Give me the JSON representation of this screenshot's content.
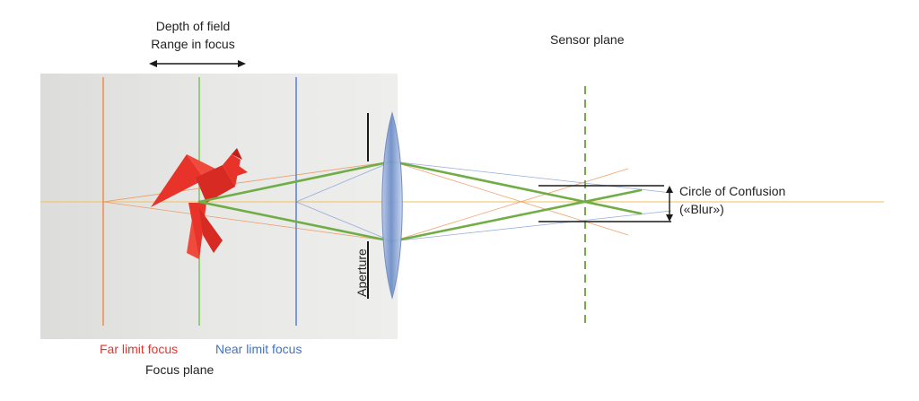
{
  "labels": {
    "depth_of_field": "Depth of field",
    "range_in_focus": "Range in focus",
    "sensor_plane": "Sensor plane",
    "circle_of_confusion": "Circle of Confusion",
    "blur": "(«Blur»)",
    "aperture": "Aperture",
    "far_limit_focus": "Far limit focus",
    "near_limit_focus": "Near limit focus",
    "focus_plane": "Focus plane"
  },
  "colors": {
    "background_photo": "#e4e4e2",
    "far_limit": "#f08a4b",
    "near_limit": "#5b7fd0",
    "focus_plane": "#7bc35c",
    "focused_rays": "#70ad47",
    "optical_axis": "#f2c15c",
    "lens": "#7f9ccf",
    "bird": "#e8332a",
    "far_label": "#e8332a",
    "near_label": "#4472c4",
    "sensor": "#70ad47",
    "marks": "#1a1a1a"
  },
  "icons": {
    "bird": "origami-bird-icon",
    "lens": "biconvex-lens-icon",
    "aperture_stop": "aperture-stop-icon",
    "range_arrow": "double-headed-arrow-icon",
    "blur_arrow": "vertical-double-arrow-icon"
  }
}
